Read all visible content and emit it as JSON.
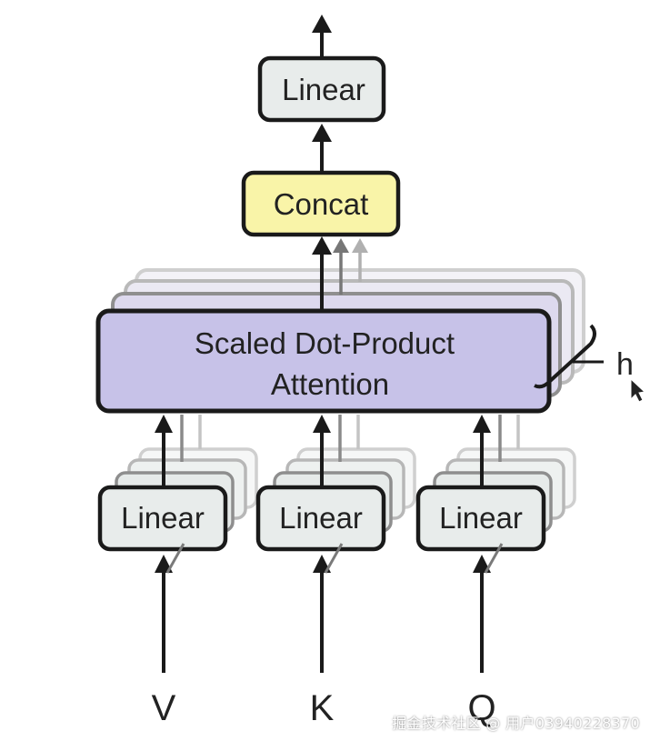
{
  "diagram": {
    "output_linear": {
      "label": "Linear",
      "fill": "#e8eceb"
    },
    "concat": {
      "label": "Concat",
      "fill": "#f9f4a8"
    },
    "attention": {
      "line1": "Scaled Dot-Product",
      "line2": "Attention",
      "fill": "#c7c2e8"
    },
    "heads_label": "h",
    "input_linears": [
      {
        "label": "Linear",
        "fill": "#e8eceb"
      },
      {
        "label": "Linear",
        "fill": "#e8eceb"
      },
      {
        "label": "Linear",
        "fill": "#e8eceb"
      }
    ],
    "inputs": [
      "V",
      "K",
      "Q"
    ],
    "colors": {
      "stroke": "#1a1a1a",
      "ghost_stroke": "#b5b5b5"
    }
  },
  "watermark": "掘金技术社区 @ 用户03940228370"
}
